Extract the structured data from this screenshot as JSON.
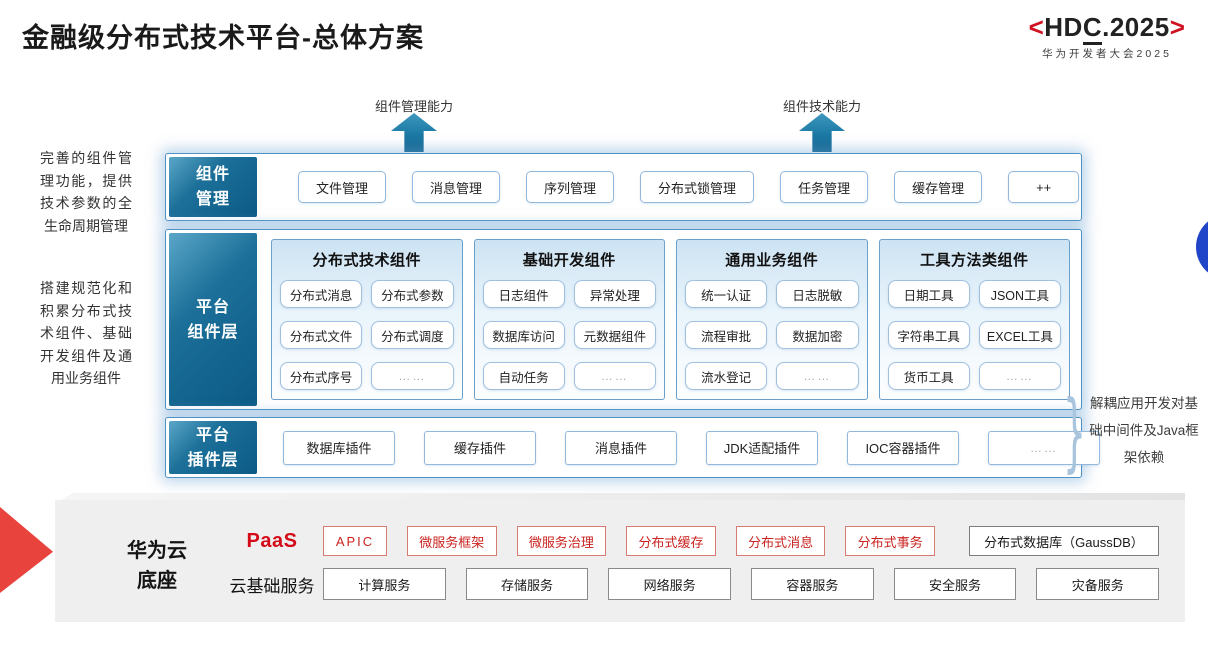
{
  "page": {
    "title": "金融级分布式技术平台-总体方案"
  },
  "logo": {
    "left_bracket": "<",
    "hd": "HD",
    "c": "C",
    "year": ".2025",
    "right_bracket": ">",
    "subtitle": "华为开发者大会2025"
  },
  "capability_arrows": {
    "left": "组件管理能力",
    "right": "组件技术能力"
  },
  "side_notes": {
    "component_mgmt": "完善的组件管理功能，提供技术参数的全生命周期管理",
    "component_layer": "搭建规范化和积累分布式技术组件、基础开发组件及通用业务组件",
    "plugin_layer": "解耦应用开发对基础中间件及Java框架依赖"
  },
  "brace_glyph": "}",
  "component_mgmt_row": {
    "label_lines": [
      "组件",
      "管理"
    ],
    "items": [
      "文件管理",
      "消息管理",
      "序列管理",
      "分布式锁管理",
      "任务管理",
      "缓存管理",
      "++"
    ]
  },
  "component_layer_row": {
    "label_lines": [
      "平台",
      "组件层"
    ],
    "groups": [
      {
        "title": "分布式技术组件",
        "items": [
          "分布式消息",
          "分布式参数",
          "分布式文件",
          "分布式调度",
          "分布式序号",
          "……"
        ]
      },
      {
        "title": "基础开发组件",
        "items": [
          "日志组件",
          "异常处理",
          "数据库访问",
          "元数据组件",
          "自动任务",
          "……"
        ]
      },
      {
        "title": "通用业务组件",
        "items": [
          "统一认证",
          "日志脱敏",
          "流程审批",
          "数据加密",
          "流水登记",
          "……"
        ]
      },
      {
        "title": "工具方法类组件",
        "items": [
          "日期工具",
          "JSON工具",
          "字符串工具",
          "EXCEL工具",
          "货币工具",
          "……"
        ]
      }
    ]
  },
  "plugin_layer_row": {
    "label_lines": [
      "平台",
      "插件层"
    ],
    "items": [
      "数据库插件",
      "缓存插件",
      "消息插件",
      "JDK适配插件",
      "IOC容器插件",
      "……"
    ]
  },
  "cloud_base": {
    "label_lines": [
      "华为云",
      "底座"
    ],
    "paas": {
      "label": "PaaS",
      "items": [
        "APIC",
        "微服务框架",
        "微服务治理",
        "分布式缓存",
        "分布式消息",
        "分布式事务"
      ],
      "db": "分布式数据库（GaussDB）"
    },
    "iaas": {
      "label": "云基础服务",
      "items": [
        "计算服务",
        "存储服务",
        "网络服务",
        "容器服务",
        "安全服务",
        "灾备服务"
      ]
    }
  },
  "colors": {
    "brand_red": "#cf1322",
    "paas_red": "#d40a19",
    "label_teal": "#0b5a85",
    "row_border_blue": "#4e93c4",
    "decoration_circle_blue": "#2145c8",
    "decoration_arrow_red": "#e8433c"
  }
}
